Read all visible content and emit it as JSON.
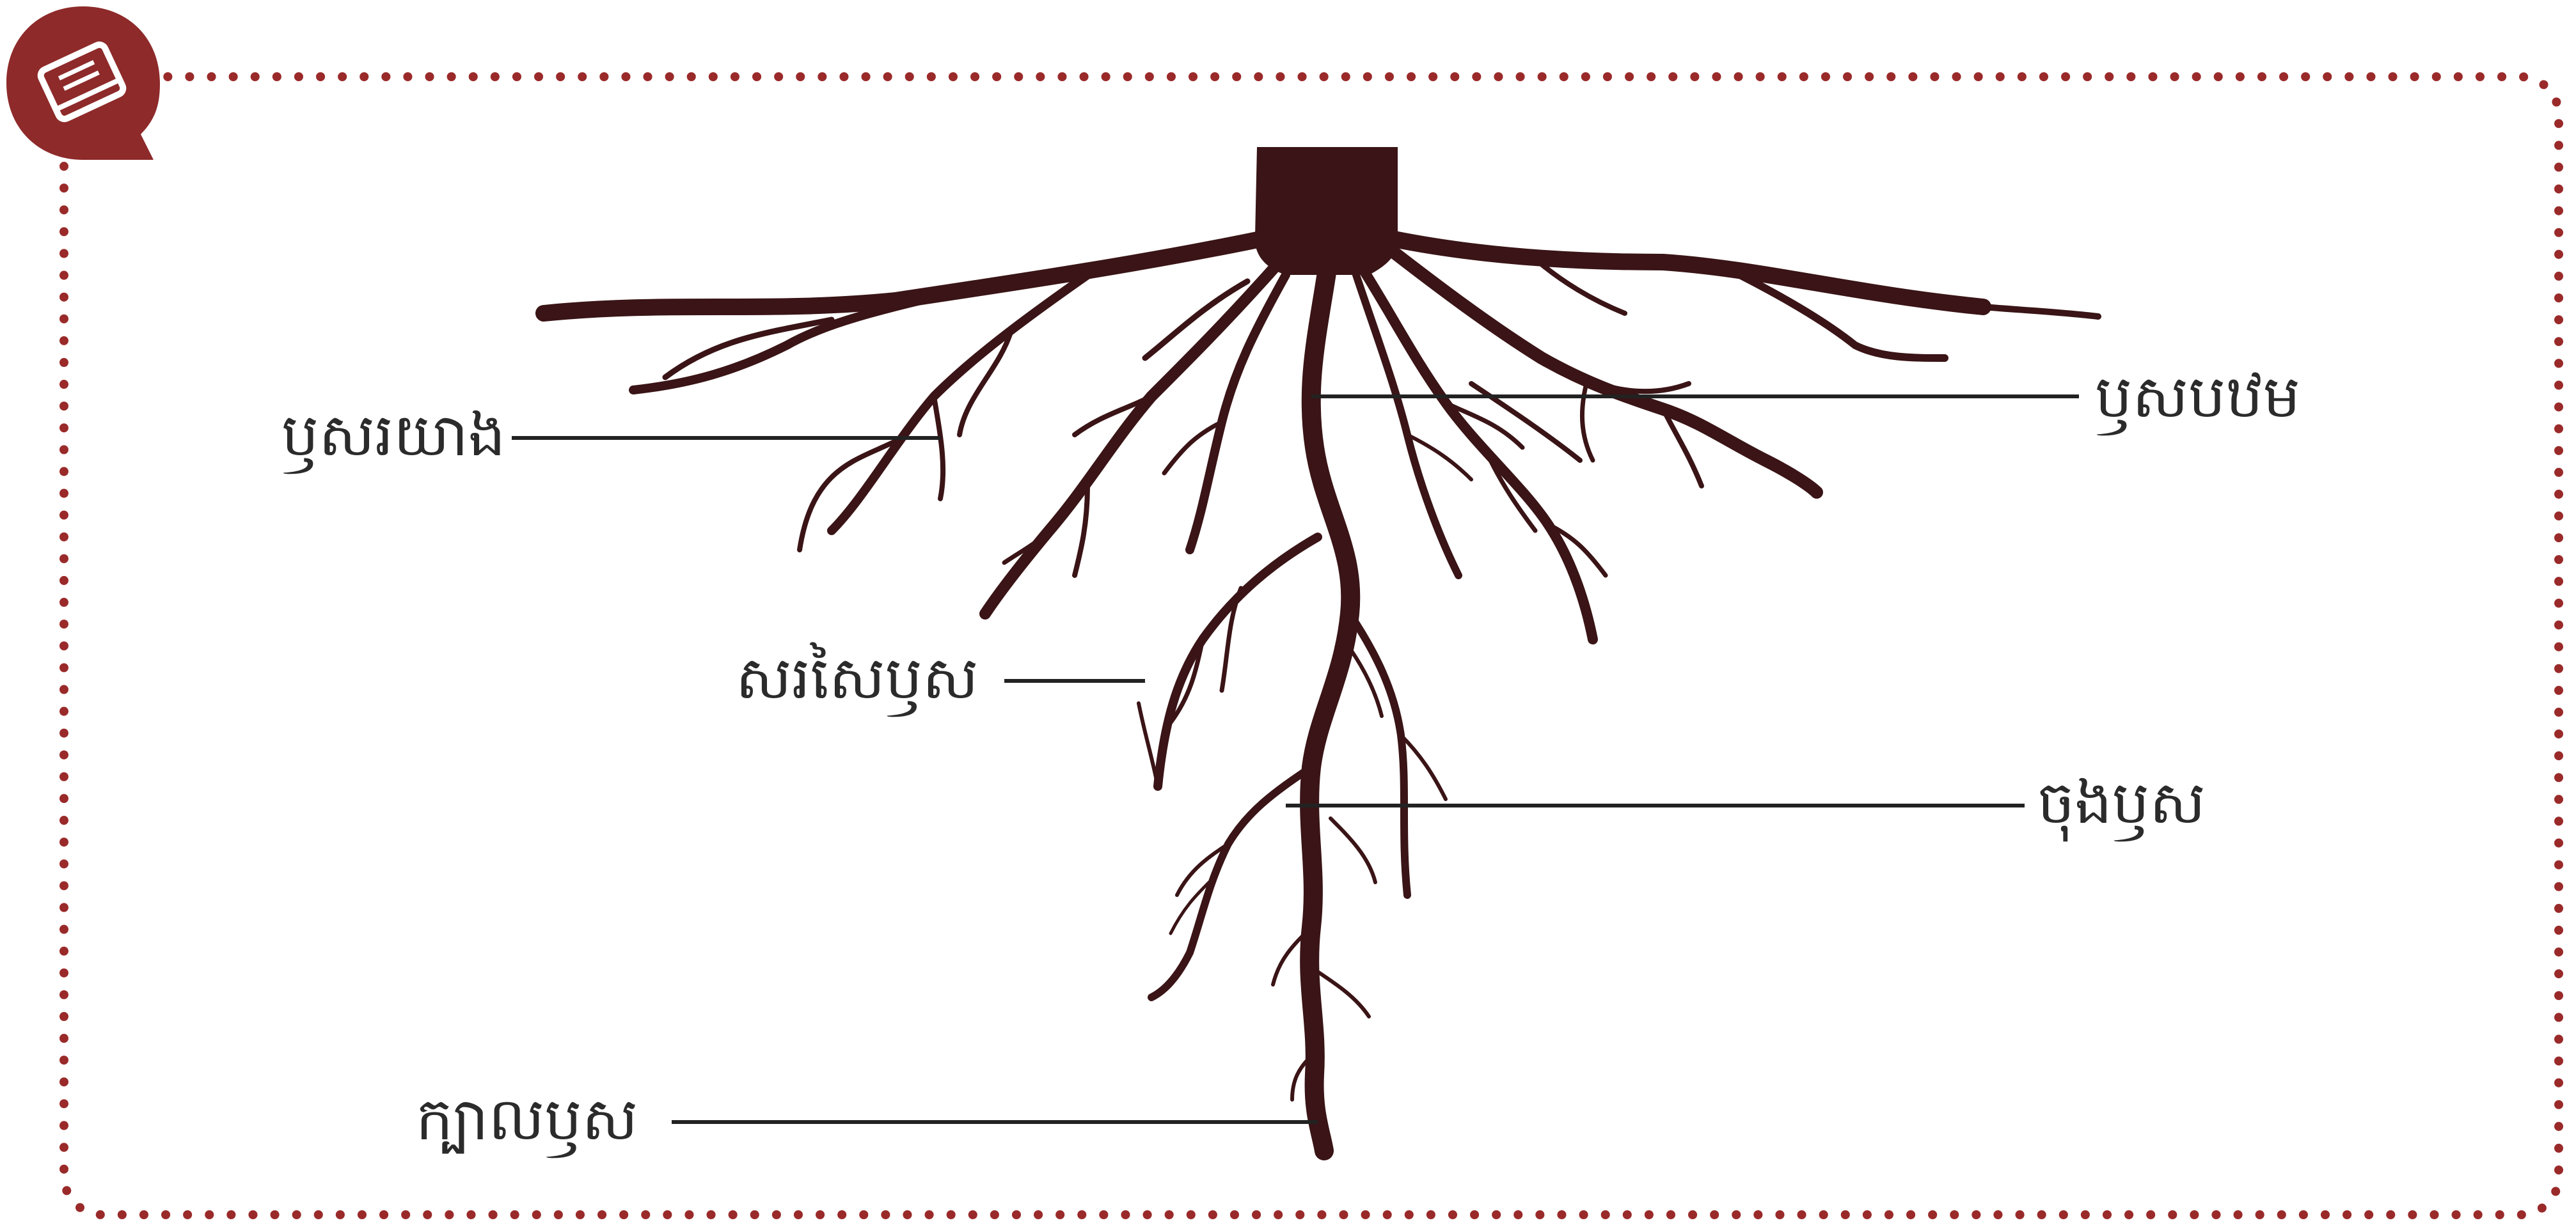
{
  "diagram": {
    "labels": {
      "lateral_root": "ឫសរយាង",
      "primary_root": "ឫសបឋម",
      "root_hair": "សរសៃឫស",
      "root_tip": "ចុងឫស",
      "root_cap": "ក្បាលឫស"
    }
  },
  "colors": {
    "frame_dots": "#9a2a2a",
    "icon_badge": "#8e2a2a",
    "root": "#3a1416",
    "leader_line": "#222222"
  },
  "icons": [
    "book-icon"
  ]
}
